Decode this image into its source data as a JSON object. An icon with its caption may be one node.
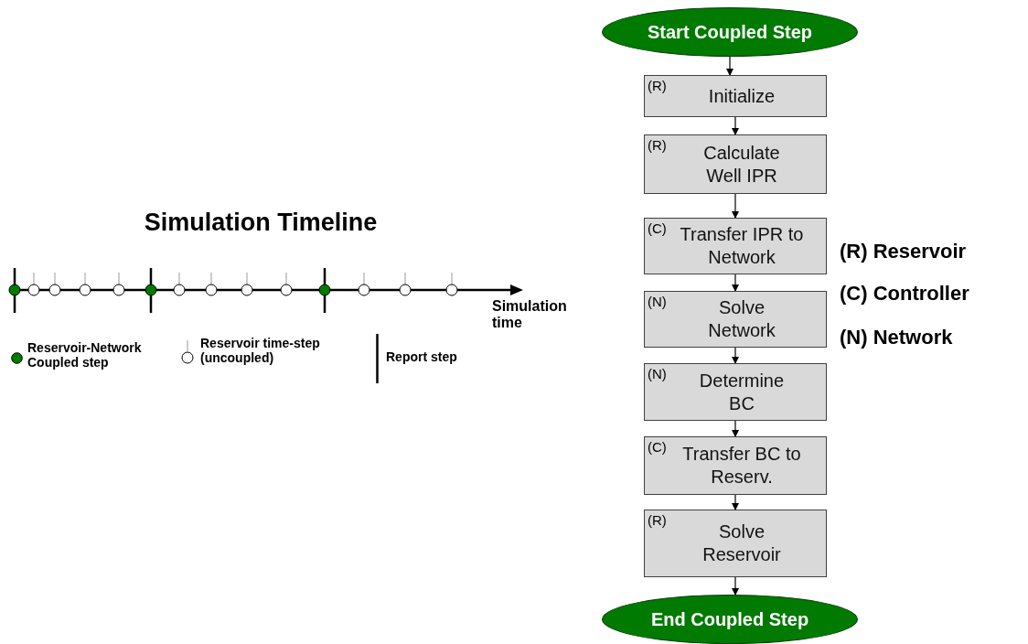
{
  "diagram": {
    "title": "Simulation Timeline",
    "nodes": [
      {
        "text": [
          "Start Coupled Step"
        ]
      },
      {
        "text": [
          "(R)",
          "Initialize"
        ]
      },
      {
        "text": [
          "(R)",
          "Calculate Well IPR"
        ]
      },
      {
        "text": [
          "(C)",
          "Transfer IPR to Network"
        ]
      },
      {
        "text": [
          "(N)",
          "Solve Network"
        ]
      },
      {
        "text": [
          "(N)",
          "Determine BC"
        ]
      },
      {
        "text": [
          "(C)",
          "Transfer BC to Reserv."
        ]
      },
      {
        "text": [
          "(R)",
          "Solve Reservoir"
        ]
      },
      {
        "text": [
          "End Coupled Step"
        ]
      }
    ],
    "edges": [
      {
        "from": 0,
        "to": 1,
        "arrow": "to"
      },
      {
        "from": 1,
        "to": 2,
        "arrow": "to"
      },
      {
        "from": 2,
        "to": 3,
        "arrow": "to"
      },
      {
        "from": 3,
        "to": 4,
        "arrow": "to"
      },
      {
        "from": 4,
        "to": 5,
        "arrow": "to"
      },
      {
        "from": 5,
        "to": 6,
        "arrow": "to"
      },
      {
        "from": 6,
        "to": 7,
        "arrow": "to"
      },
      {
        "from": 7,
        "to": 8,
        "arrow": "to"
      }
    ],
    "labels": [
      "Simulation time",
      "(R) Reservoir",
      "(C) Controller",
      "(N) Network"
    ],
    "legend": [
      {
        "text": "Reservoir-Network Coupled step",
        "color": "#007a00"
      },
      {
        "text": "Reservoir time-step (uncoupled)"
      },
      {
        "text": "Report step"
      }
    ]
  }
}
